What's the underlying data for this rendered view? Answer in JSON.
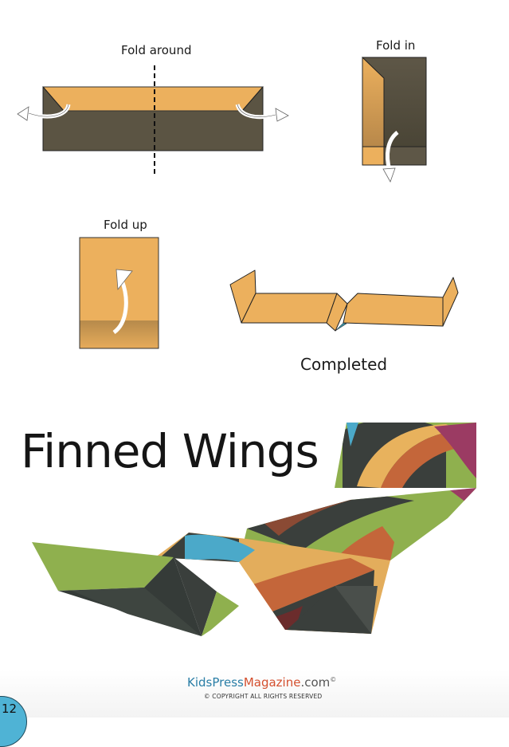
{
  "steps": [
    {
      "id": "fold-around",
      "label": "Fold around"
    },
    {
      "id": "fold-in",
      "label": "Fold in"
    },
    {
      "id": "fold-up",
      "label": "Fold up"
    },
    {
      "id": "completed",
      "label": "Completed"
    }
  ],
  "title": "Finned Wings",
  "footer": {
    "brand_part1": "Kids",
    "brand_part2": "Press",
    "brand_part3": "Magazine",
    "brand_part4": ".com",
    "brand_mark": "©",
    "copyright": "© COPYRIGHT ALL RIGHTS RESERVED"
  },
  "page_number": "12",
  "colors": {
    "paper_orange": "#ecb05d",
    "paper_dark": "#5b5443",
    "brand_blue": "#2a7ea6",
    "brand_red": "#d4502f",
    "page_badge": "#4fb3d5"
  }
}
